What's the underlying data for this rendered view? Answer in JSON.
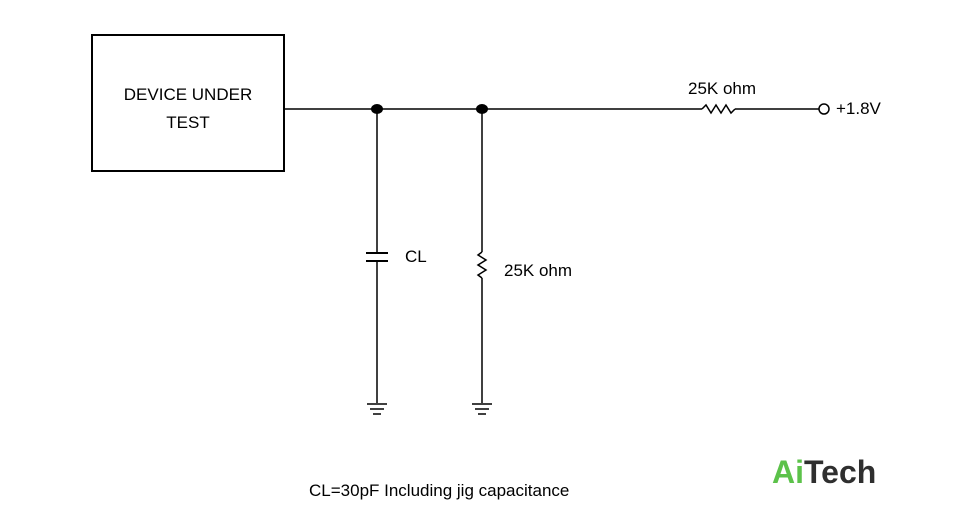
{
  "dut": {
    "line1": "DEVICE UNDER",
    "line2": "TEST"
  },
  "components": {
    "capacitor_label": "CL",
    "shunt_resistor_label": "25K ohm",
    "series_resistor_label": "25K ohm",
    "supply_label": "+1.8V"
  },
  "caption": "CL=30pF Including jig capacitance",
  "logo": {
    "part1": "Ai",
    "part2": "Tech",
    "color1": "#5cc24a",
    "color2": "#2f2f2f"
  }
}
